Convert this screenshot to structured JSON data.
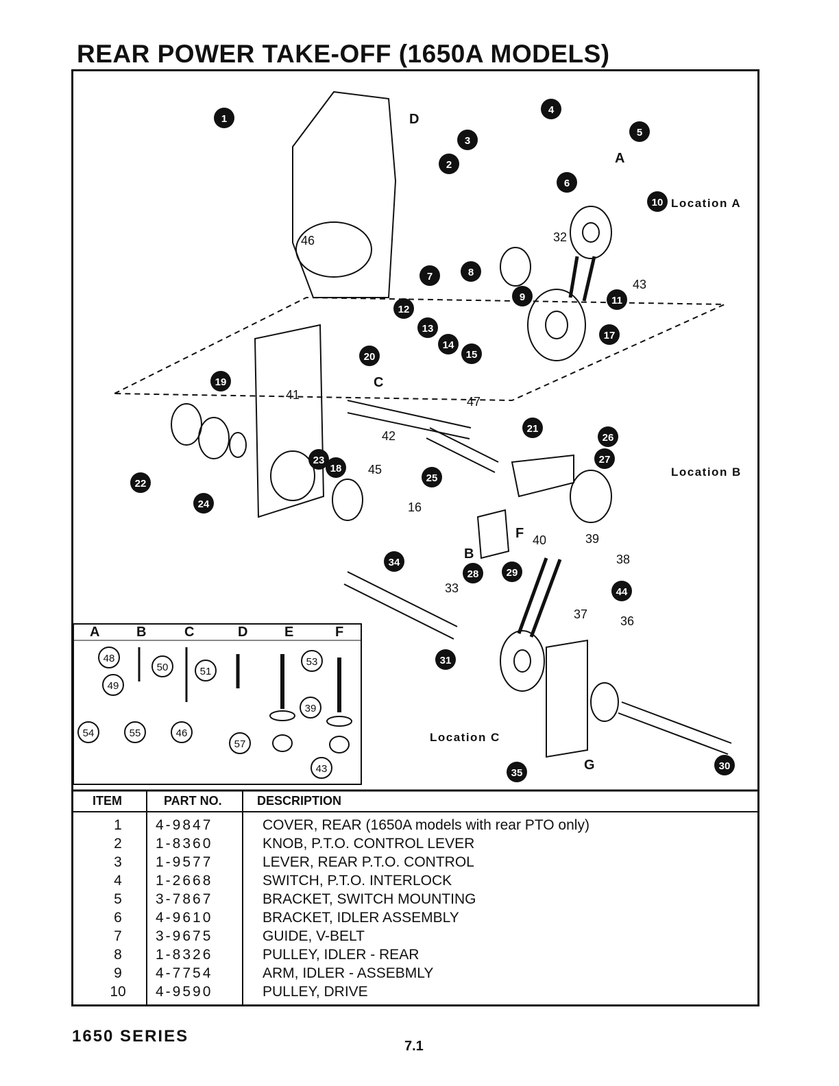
{
  "page": {
    "title": "REAR POWER TAKE-OFF (1650A MODELS)",
    "series": "1650 SERIES",
    "page_number": "7.1"
  },
  "diagram": {
    "location_labels": [
      "Location A",
      "Location B",
      "Location C"
    ],
    "reference_letters": [
      "A",
      "B",
      "C",
      "D",
      "E",
      "F",
      "G"
    ],
    "inset_columns": [
      "A",
      "B",
      "C",
      "D",
      "E",
      "F"
    ],
    "callouts_filled": [
      "1",
      "2",
      "3",
      "4",
      "5",
      "6",
      "7",
      "8",
      "9",
      "10",
      "11",
      "12",
      "13",
      "14",
      "15",
      "17",
      "18",
      "19",
      "20",
      "21",
      "22",
      "23",
      "24",
      "25",
      "26",
      "27",
      "28",
      "29",
      "30",
      "31",
      "34",
      "35",
      "44"
    ],
    "callouts_plain": [
      "16",
      "32",
      "33",
      "36",
      "37",
      "38",
      "39",
      "40",
      "41",
      "42",
      "43",
      "45",
      "46",
      "47"
    ],
    "inset_callouts": [
      "48",
      "49",
      "50",
      "51",
      "53",
      "54",
      "55",
      "46",
      "39",
      "57",
      "43"
    ]
  },
  "table": {
    "headers": {
      "item": "ITEM",
      "part": "PART NO.",
      "description": "DESCRIPTION"
    },
    "rows": [
      {
        "item": "1",
        "part": "4-9847",
        "description": "COVER, REAR  (1650A models with rear PTO only)"
      },
      {
        "item": "2",
        "part": "1-8360",
        "description": "KNOB, P.T.O. CONTROL LEVER"
      },
      {
        "item": "3",
        "part": "1-9577",
        "description": "LEVER, REAR P.T.O. CONTROL"
      },
      {
        "item": "4",
        "part": "1-2668",
        "description": "SWITCH, P.T.O. INTERLOCK"
      },
      {
        "item": "5",
        "part": "3-7867",
        "description": "BRACKET, SWITCH MOUNTING"
      },
      {
        "item": "6",
        "part": "4-9610",
        "description": "BRACKET, IDLER ASSEMBLY"
      },
      {
        "item": "7",
        "part": "3-9675",
        "description": "GUIDE, V-BELT"
      },
      {
        "item": "8",
        "part": "1-8326",
        "description": "PULLEY, IDLER - REAR"
      },
      {
        "item": "9",
        "part": "4-7754",
        "description": "ARM, IDLER - ASSEBMLY"
      },
      {
        "item": "10",
        "part": "4-9590",
        "description": "PULLEY, DRIVE"
      }
    ]
  }
}
